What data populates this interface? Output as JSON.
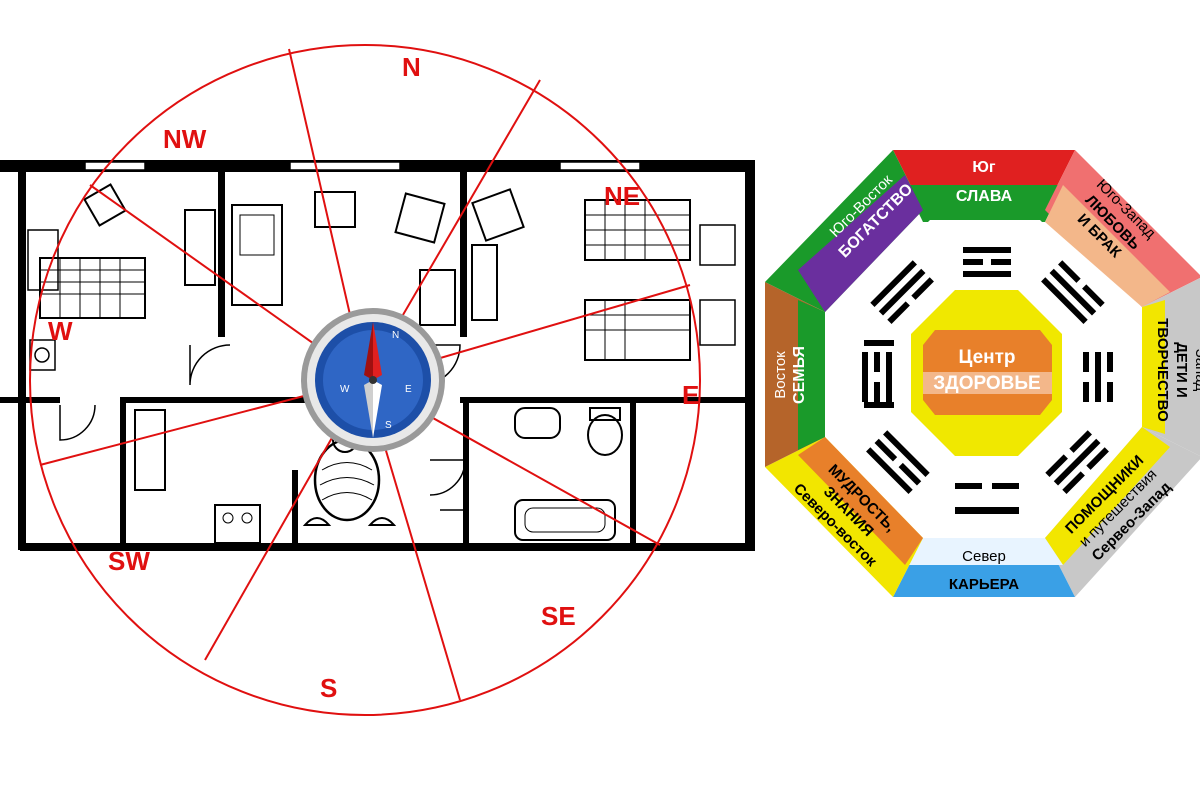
{
  "directions": {
    "n": "N",
    "nw": "NW",
    "ne": "NE",
    "w": "W",
    "e": "E",
    "sw": "SW",
    "se": "SE",
    "s": "S"
  },
  "bagua": {
    "south": {
      "line1": "Юг",
      "line2": "СЛАВА"
    },
    "southeast": {
      "line1": "Юго-Восток",
      "line2": "БОГАТСТВО"
    },
    "southwest": {
      "line1": "Юго-Запад",
      "line2": "ЛЮБОВЬ",
      "line3": "И БРАК"
    },
    "east": {
      "line1": "Восток",
      "line2": "СЕМЬЯ"
    },
    "west": {
      "line1": "Запад",
      "line2": "ДЕТИ И",
      "line3": "ТВОРЧЕСТВО"
    },
    "northeast": {
      "line1": "МУДРОСТЬ,",
      "line2": "ЗНАНИЯ",
      "line3": "Северо-восток"
    },
    "northwest": {
      "line1": "ПОМОЩНИКИ",
      "line2": "и путешествия",
      "line3": "Сервео-Запад"
    },
    "north": {
      "line1": "Север",
      "line2": "КАРЬЕРА"
    },
    "center": {
      "line1": "Центр",
      "line2": "ЗДОРОВЬЕ"
    }
  },
  "colors": {
    "compass_red": "#e01010",
    "south_red": "#e02020",
    "fame_green": "#1a9a2a",
    "wealth_purple": "#6a2f9e",
    "family_brown": "#b5642a",
    "love_pink": "#f07070",
    "love_peach": "#f3b78a",
    "creativity_yellow": "#f2e600",
    "travel_gray": "#c8c8c8",
    "career_blue": "#3aa0e6",
    "wisdom_orange": "#e8802a",
    "center_yellow": "#f0e800"
  }
}
